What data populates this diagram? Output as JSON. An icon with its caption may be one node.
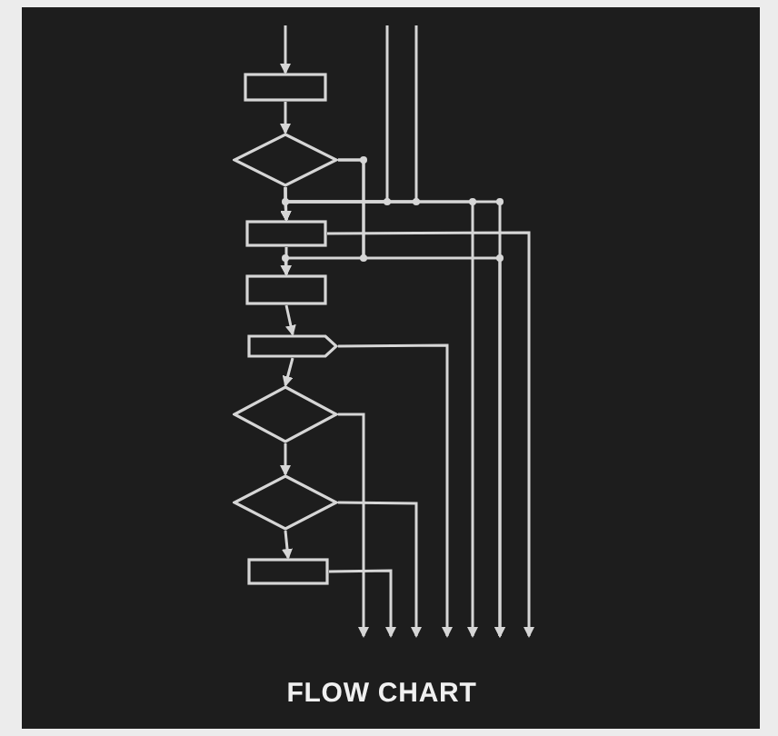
{
  "diagram": {
    "title": "FLOW CHART",
    "nodes": [
      {
        "text": [],
        "shape": "box"
      },
      {
        "text": [],
        "shape": "diamond"
      },
      {
        "text": [],
        "shape": "box"
      },
      {
        "text": [],
        "shape": "box"
      },
      {
        "text": [],
        "shape": "pentagon"
      },
      {
        "text": [],
        "shape": "diamond"
      },
      {
        "text": [],
        "shape": "diamond"
      },
      {
        "text": [],
        "shape": "box"
      }
    ],
    "edges": [
      {
        "from": null,
        "to": 0,
        "arrow": "to"
      },
      {
        "from": 0,
        "to": 1,
        "arrow": "to"
      },
      {
        "from": 1,
        "to": 2,
        "arrow": "to"
      },
      {
        "from": 2,
        "to": 3,
        "arrow": "to"
      },
      {
        "from": 3,
        "to": 4,
        "arrow": "to"
      },
      {
        "from": 4,
        "to": 5,
        "arrow": "to"
      },
      {
        "from": 5,
        "to": 6,
        "arrow": "to"
      },
      {
        "from": 6,
        "to": 7,
        "arrow": "to"
      },
      {
        "from": null,
        "to": 2,
        "arrow": "to"
      },
      {
        "from": null,
        "to": 2,
        "arrow": "to"
      },
      {
        "from": 1,
        "to": 3,
        "arrow": "to"
      },
      {
        "from": 1,
        "to": null,
        "arrow": "to"
      },
      {
        "from": 1,
        "to": null,
        "arrow": "to"
      },
      {
        "from": 1,
        "to": null,
        "arrow": "to"
      },
      {
        "from": 2,
        "to": null,
        "arrow": "to"
      },
      {
        "from": 4,
        "to": null,
        "arrow": "to"
      },
      {
        "from": 5,
        "to": null,
        "arrow": "to"
      },
      {
        "from": 6,
        "to": null,
        "arrow": "to"
      },
      {
        "from": 7,
        "to": null,
        "arrow": "to"
      }
    ]
  }
}
